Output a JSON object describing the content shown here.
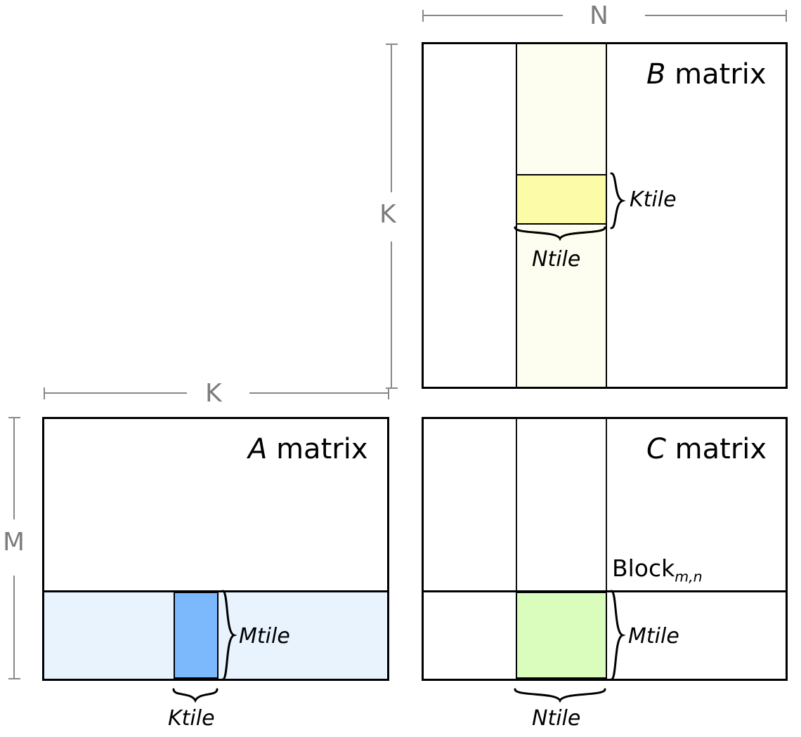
{
  "diagram": {
    "title_a": {
      "symbol": "A",
      "word": "matrix"
    },
    "title_b": {
      "symbol": "B",
      "word": "matrix"
    },
    "title_c": {
      "symbol": "C",
      "word": "matrix"
    },
    "block_label": {
      "base": "Block",
      "subscript": "m,n"
    },
    "dimensions": {
      "n": "N",
      "k_vertical": "K",
      "k_horizontal": "K",
      "m": "M"
    },
    "tile_labels": {
      "b_ktile": "Ktile",
      "b_ntile": "Ntile",
      "a_mtile": "Mtile",
      "a_ktile": "Ktile",
      "c_mtile": "Mtile",
      "c_ntile": "Ntile"
    },
    "colors": {
      "outline": "#000000",
      "dimension_gray": "#7d7d7d",
      "ruler_gray": "#888888",
      "b_column_strip": "#fdfdf0",
      "b_ktile_fill": "#fcfca8",
      "a_row_strip": "#e9f3fe",
      "a_ktile_fill": "#7cb8fc",
      "c_tile_fill": "#dafcbc",
      "background": "#ffffff"
    }
  }
}
